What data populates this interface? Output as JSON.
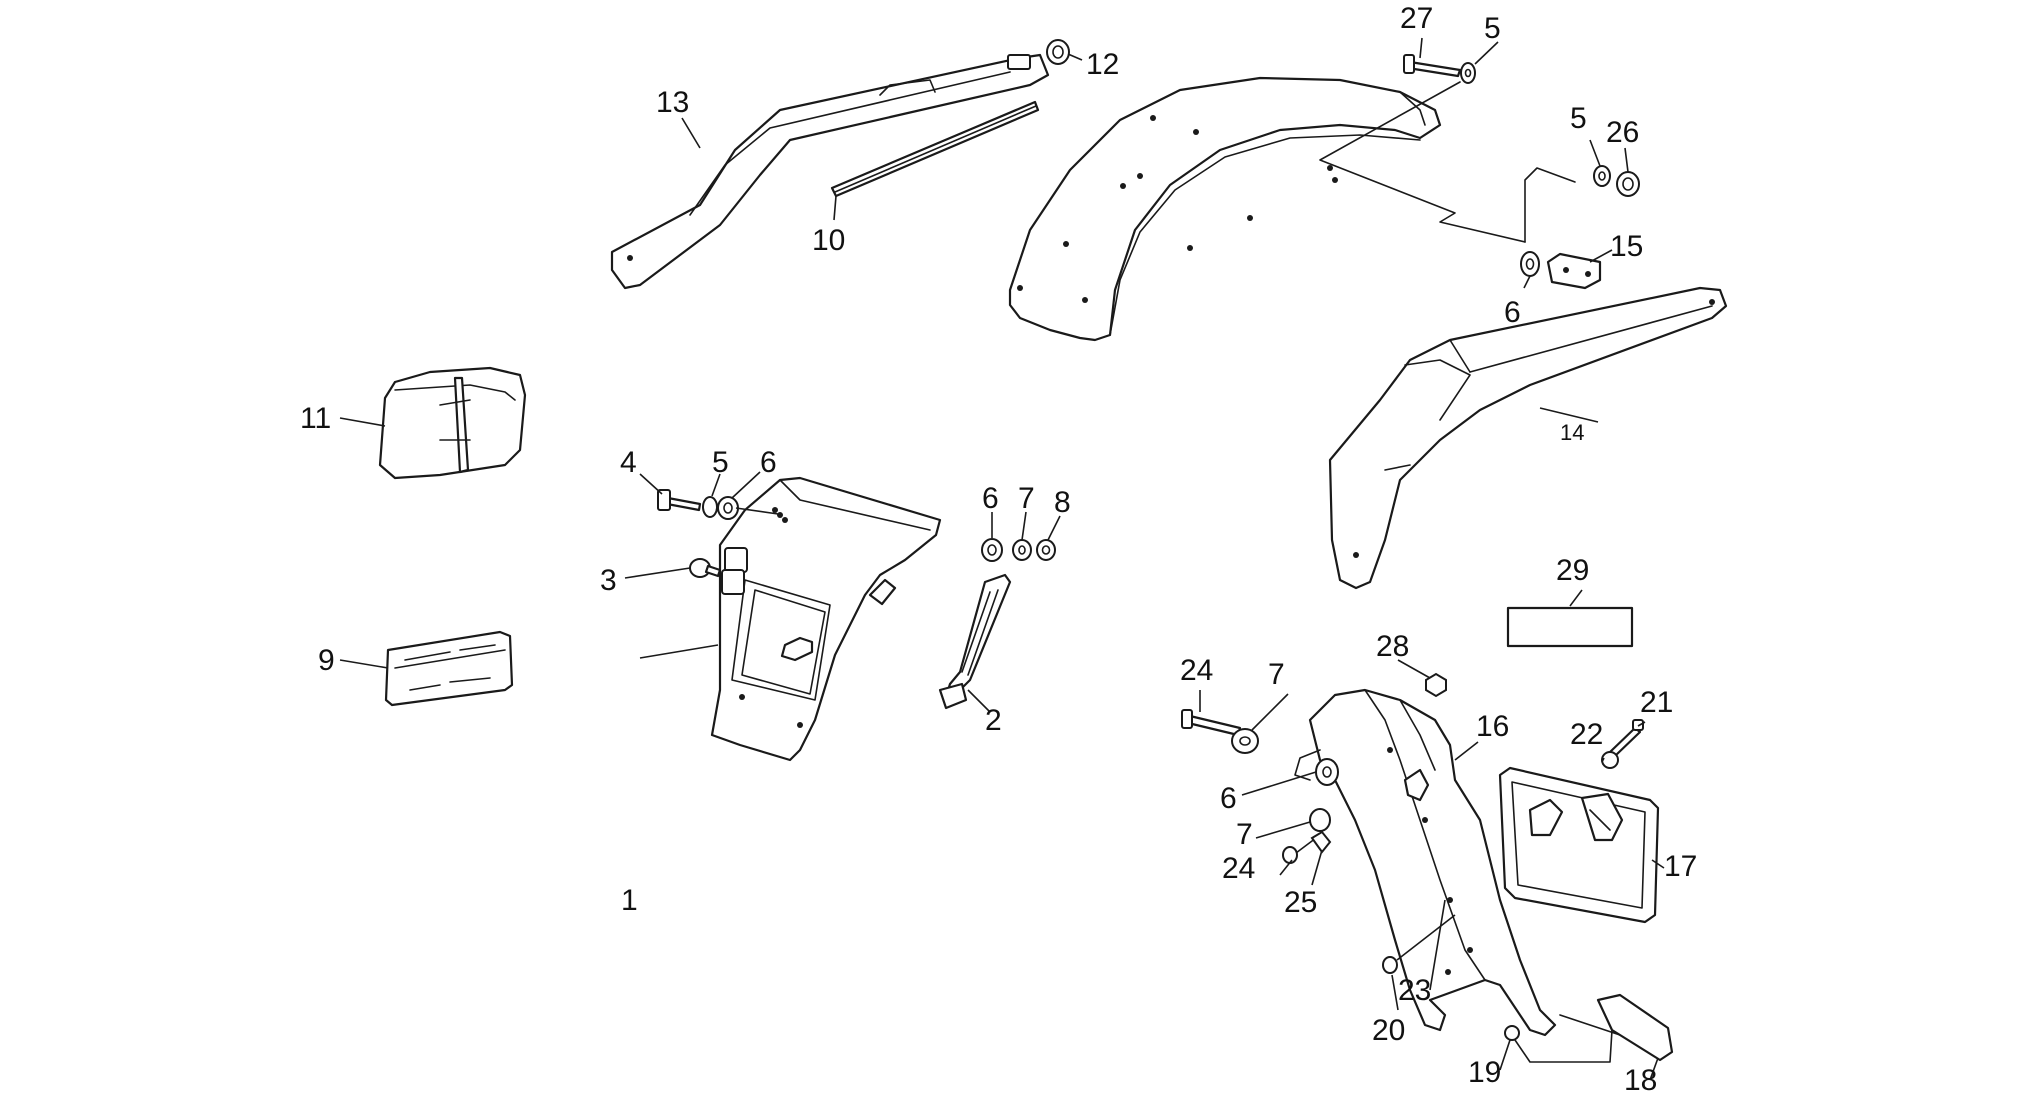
{
  "diagram": {
    "parts": [
      {
        "number": "1"
      },
      {
        "number": "2"
      },
      {
        "number": "3"
      },
      {
        "number": "4"
      },
      {
        "number": "5"
      },
      {
        "number": "6"
      },
      {
        "number": "7"
      },
      {
        "number": "8"
      },
      {
        "number": "9"
      },
      {
        "number": "10"
      },
      {
        "number": "11"
      },
      {
        "number": "12"
      },
      {
        "number": "13"
      },
      {
        "number": "14"
      },
      {
        "number": "15"
      },
      {
        "number": "16"
      },
      {
        "number": "17"
      },
      {
        "number": "18"
      },
      {
        "number": "19"
      },
      {
        "number": "20"
      },
      {
        "number": "21"
      },
      {
        "number": "22"
      },
      {
        "number": "23"
      },
      {
        "number": "24"
      },
      {
        "number": "25"
      },
      {
        "number": "26"
      },
      {
        "number": "27"
      },
      {
        "number": "28"
      },
      {
        "number": "29"
      }
    ]
  }
}
